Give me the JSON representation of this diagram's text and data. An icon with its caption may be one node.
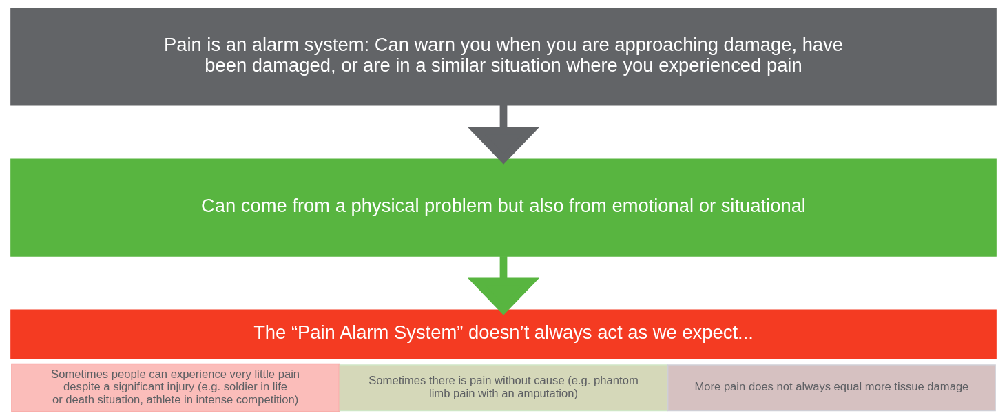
{
  "diagram": {
    "nodes": [
      {
        "text": [
          "Pain is an alarm system: Can warn you when you are approaching damage, have been damaged, or are in a similar situation where you experienced pain"
        ]
      },
      {
        "text": [
          "Can come from a physical problem but also from emotional or situational"
        ]
      },
      {
        "text": [
          "The “Pain Alarm System” doesn’t always act as we expect..."
        ]
      },
      {
        "text": [
          "Sometimes people can experience very little pain despite a significant injury (e.g. soldier in life or death situation, athlete in intense competition)"
        ]
      },
      {
        "text": [
          "Sometimes there is pain without cause (e.g. phantom limb pain with an amputation)"
        ]
      },
      {
        "text": [
          "More pain does not always equal more tissue damage"
        ]
      }
    ],
    "edges": [
      {
        "from": 0,
        "to": 1,
        "arrow": "to",
        "color": "#626467"
      },
      {
        "from": 1,
        "to": 2,
        "arrow": "to",
        "color": "#58b540"
      }
    ]
  }
}
